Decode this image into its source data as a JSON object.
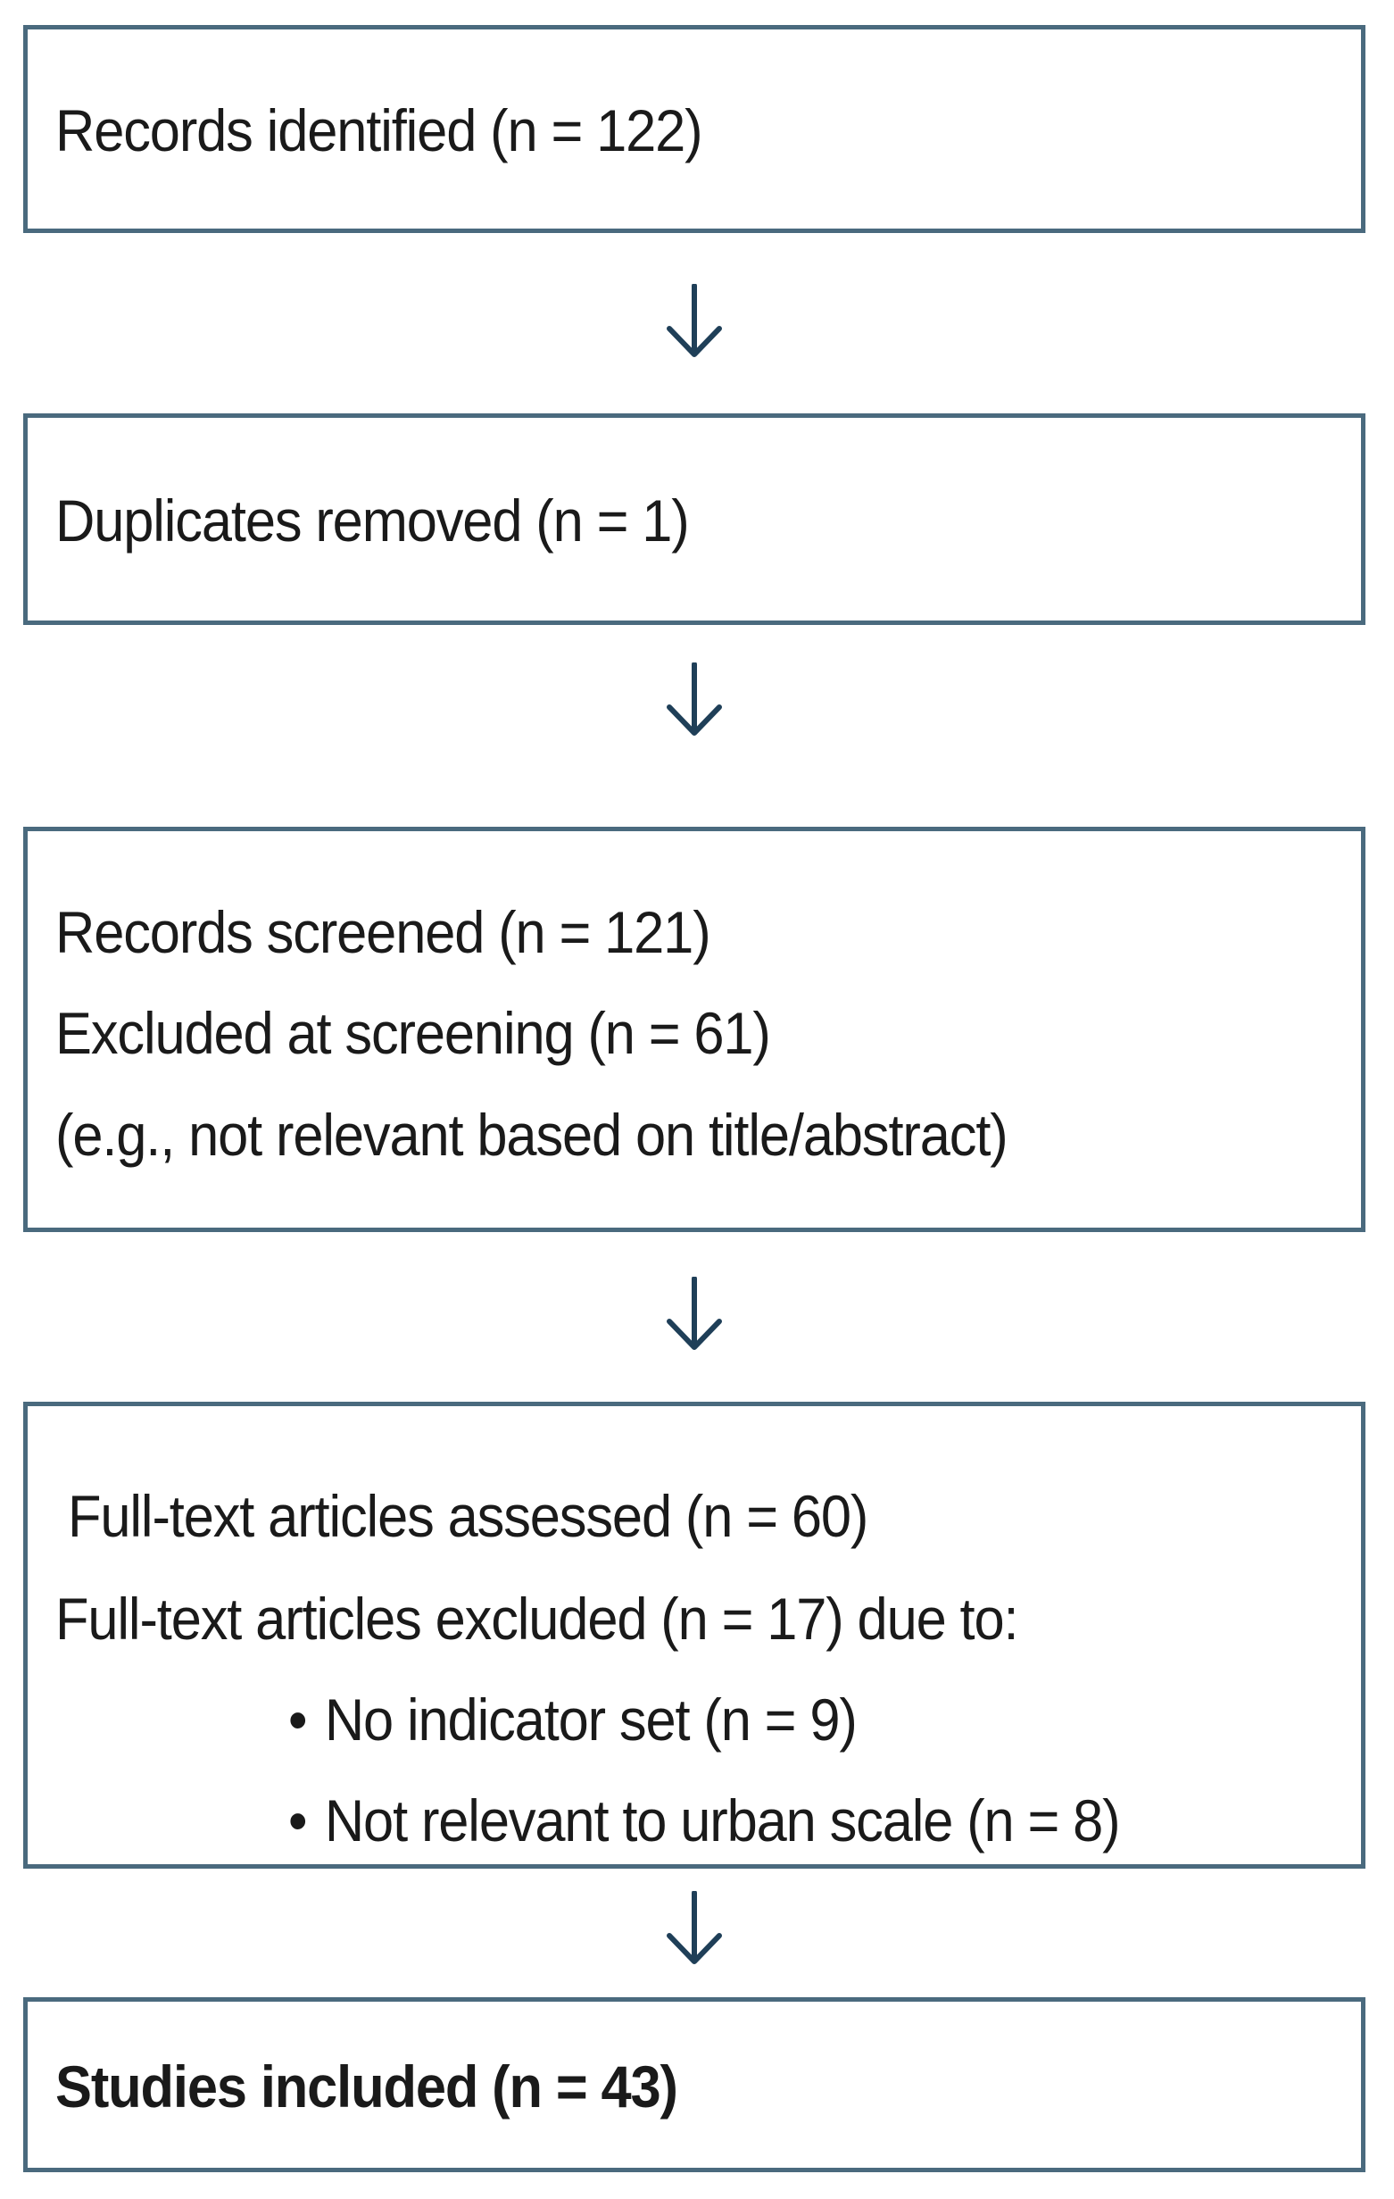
{
  "flow": {
    "box1": {
      "text": "Records identified (n = 122)"
    },
    "box2": {
      "text": "Duplicates removed (n = 1)"
    },
    "box3": {
      "line1": "Records screened (n = 121)",
      "line2": "Excluded at screening (n = 61)",
      "line3": "(e.g., not relevant based on title/abstract)"
    },
    "box4": {
      "line1": "Full-text articles assessed (n = 60)",
      "line2": "Full-text articles excluded (n = 17) due to:",
      "bullets": [
        "No indicator set (n = 9)",
        "Not relevant to urban scale (n = 8)"
      ]
    },
    "box5": {
      "text": "Studies included (n = 43)"
    }
  },
  "colors": {
    "border": "#4a6a7e",
    "arrow": "#1f3f58",
    "text": "#1a1a1a"
  },
  "icons": {
    "connector": "arrow-down-icon",
    "bullet": "bullet-dot"
  }
}
